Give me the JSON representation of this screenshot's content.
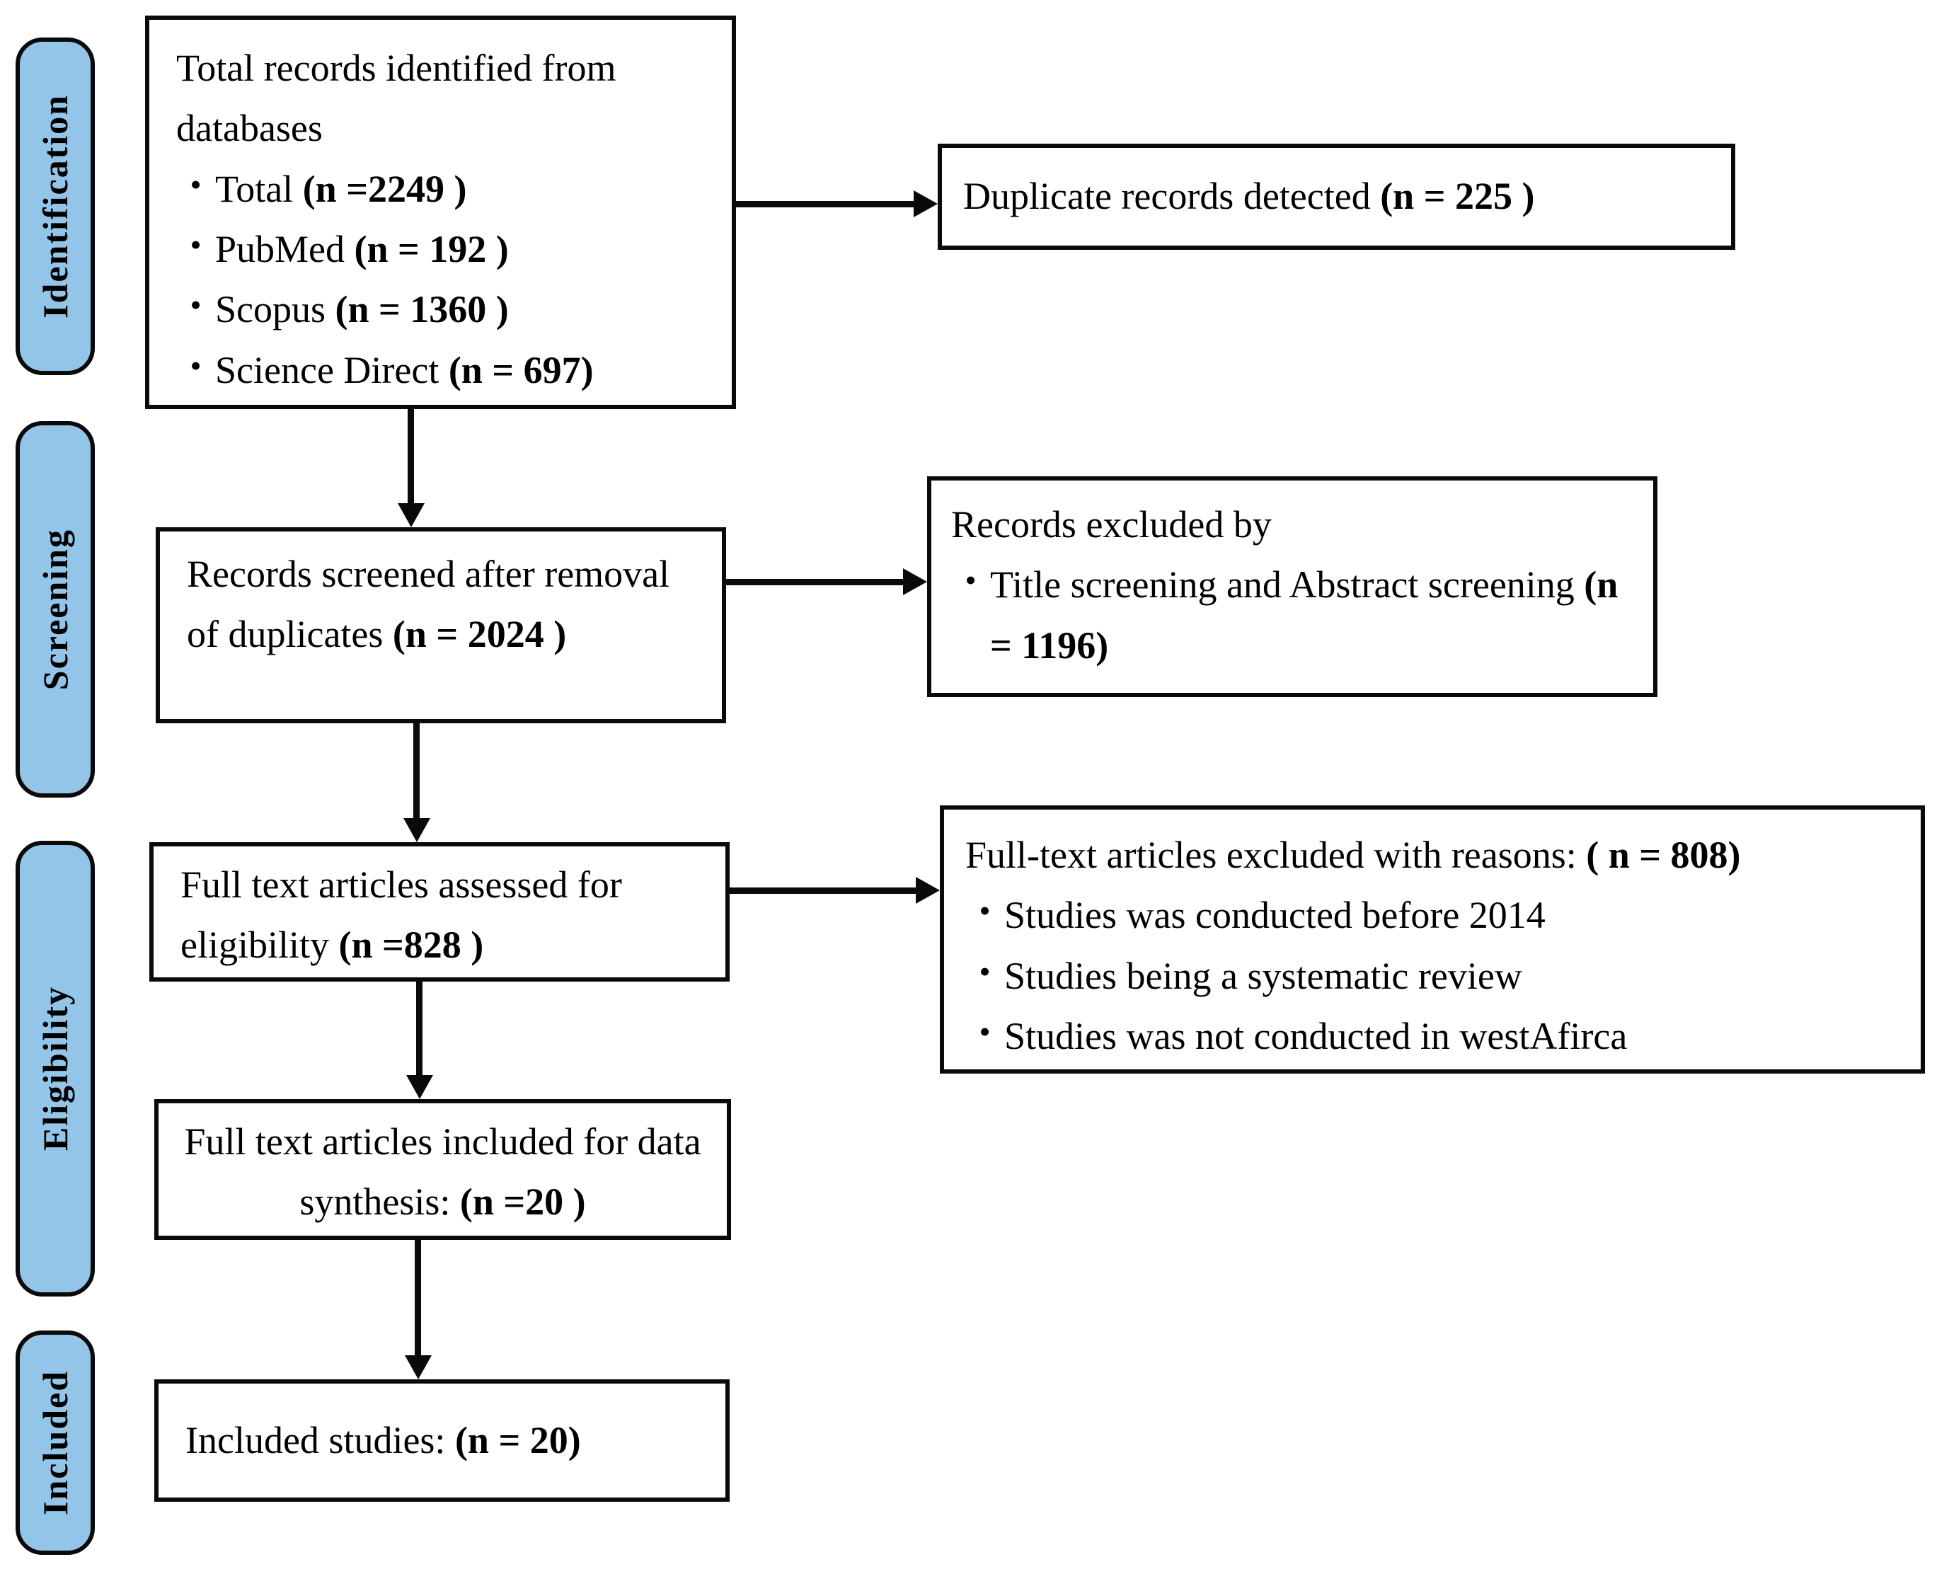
{
  "stages": {
    "identification": "Identification",
    "screening": "Screening",
    "eligibility": "Eligibility",
    "included": "Included"
  },
  "colors": {
    "stage_fill": "#92C5E8",
    "line": "#0a0a0a"
  },
  "bullet_glyph": "•",
  "boxes": {
    "identified": {
      "title": "Total records identified from databases",
      "bullets": [
        {
          "label": "Total ",
          "n": "(n =2249 )"
        },
        {
          "label": "PubMed ",
          "n": "(n = 192 )"
        },
        {
          "label": "Scopus ",
          "n": "(n = 1360 )"
        },
        {
          "label": "Science Direct ",
          "n": "(n = 697)"
        }
      ]
    },
    "duplicates": {
      "label": "Duplicate records detected ",
      "n": "(n = 225 )"
    },
    "screened": {
      "label": "Records screened after removal of duplicates ",
      "n": "(n = 2024 )"
    },
    "excluded_screening": {
      "title": "Records excluded by",
      "bullets": [
        {
          "label": "Title screening and Abstract screening ",
          "n": "(n = 1196)"
        }
      ]
    },
    "assessed": {
      "label": "Full text articles assessed for eligibility ",
      "n": "(n =828 )"
    },
    "excluded_fulltext": {
      "title": "Full-text articles excluded with reasons: ",
      "n": "( n = 808)",
      "bullets": [
        {
          "label": "Studies was conducted before 2014"
        },
        {
          "label": "Studies being a systematic review"
        },
        {
          "label": "Studies was not conducted in westAfirca"
        }
      ]
    },
    "synthesis": {
      "label": "Full text articles included for data synthesis: ",
      "n": "(n =20 )"
    },
    "included_studies": {
      "label": "Included studies: ",
      "n": "(n = 20)"
    }
  }
}
